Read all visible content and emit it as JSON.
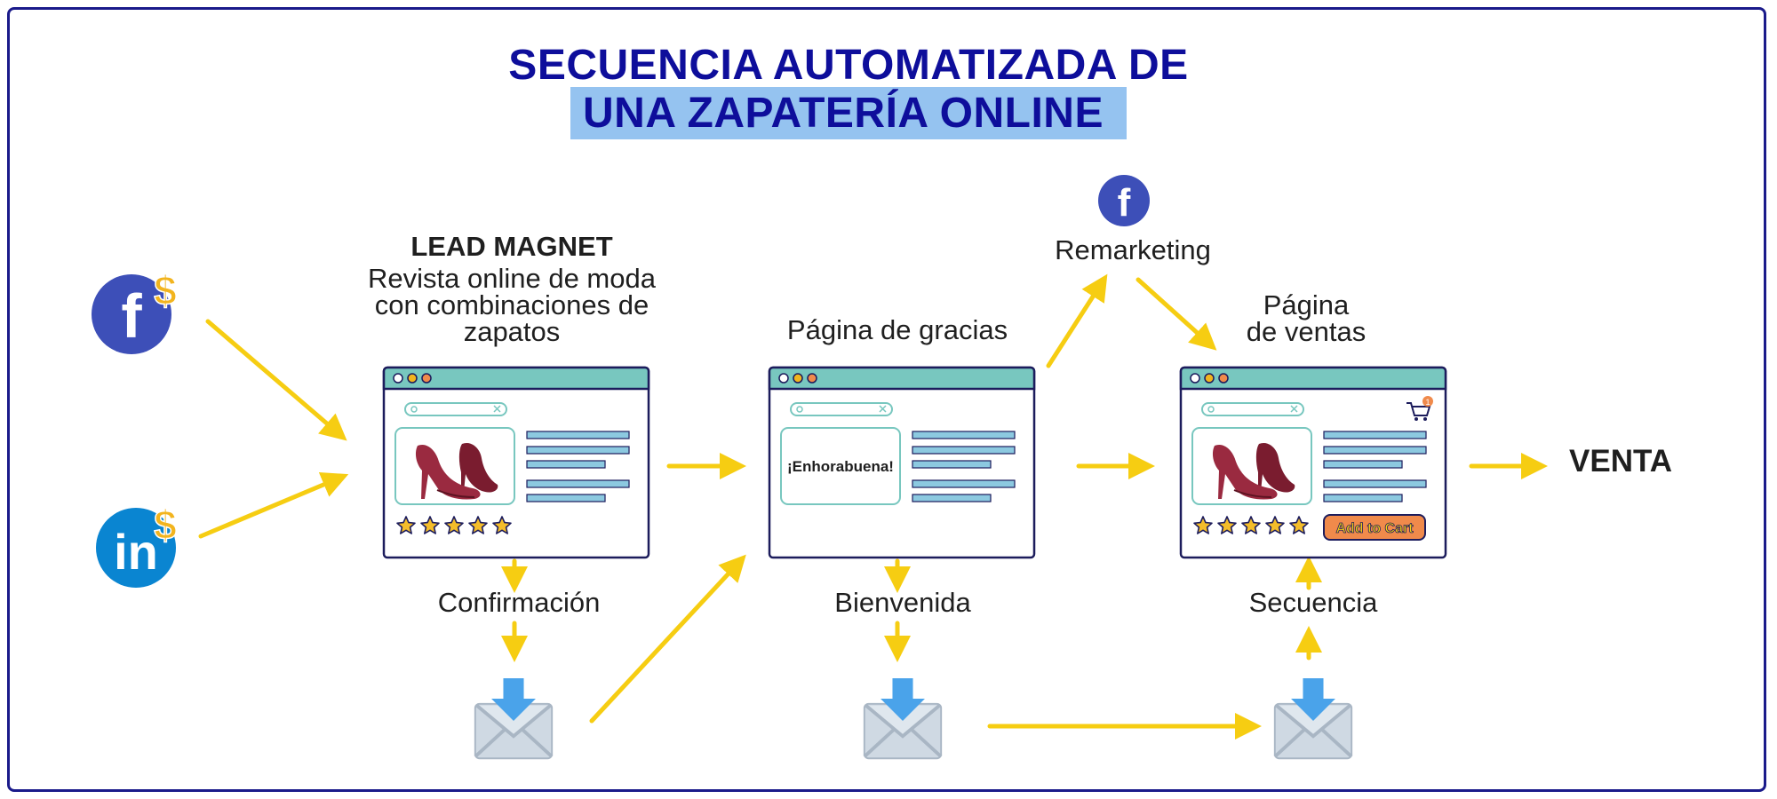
{
  "title": {
    "line1": "SECUENCIA AUTOMATIZADA DE",
    "line2": "UNA ZAPATERÍA ONLINE"
  },
  "lead_magnet": {
    "heading": "LEAD MAGNET",
    "line1": "Revista online de moda",
    "line2": "con combinaciones de",
    "line3": "zapatos"
  },
  "thanks_page": {
    "label": "Página de gracias",
    "message": "¡Enhorabuena!"
  },
  "remarketing": {
    "label": "Remarketing"
  },
  "sales_page": {
    "line1": "Página",
    "line2": "de ventas",
    "cart_button": "Add to Cart",
    "cart_badge": "1"
  },
  "steps": {
    "confirmation": "Confirmación",
    "welcome": "Bienvenida",
    "sequence": "Secuencia"
  },
  "result": "VENTA",
  "sources": {
    "facebook_ads_symbol": "$",
    "linkedin_ads_symbol": "$"
  },
  "colors": {
    "title": "#0e0e9b",
    "title_highlight": "#95c3f0",
    "arrow": "#f6cd12",
    "browser_bar": "#78c7bf",
    "browser_border": "#1c1c5c",
    "text_lines": "#8cc9e0",
    "facebook": "#3d4fb8",
    "linkedin": "#0a85d1",
    "dollar": "#f2b41e",
    "shoe": "#8e2236",
    "email_icon": "#cfd9e3",
    "email_arrow": "#4aa3ea",
    "cart_button": "#f08a4b"
  },
  "icons": [
    "facebook-icon",
    "linkedin-icon",
    "dollar-icon",
    "shoe-icon",
    "star-icon",
    "search-icon",
    "cart-icon",
    "email-icon",
    "download-arrow-icon"
  ]
}
